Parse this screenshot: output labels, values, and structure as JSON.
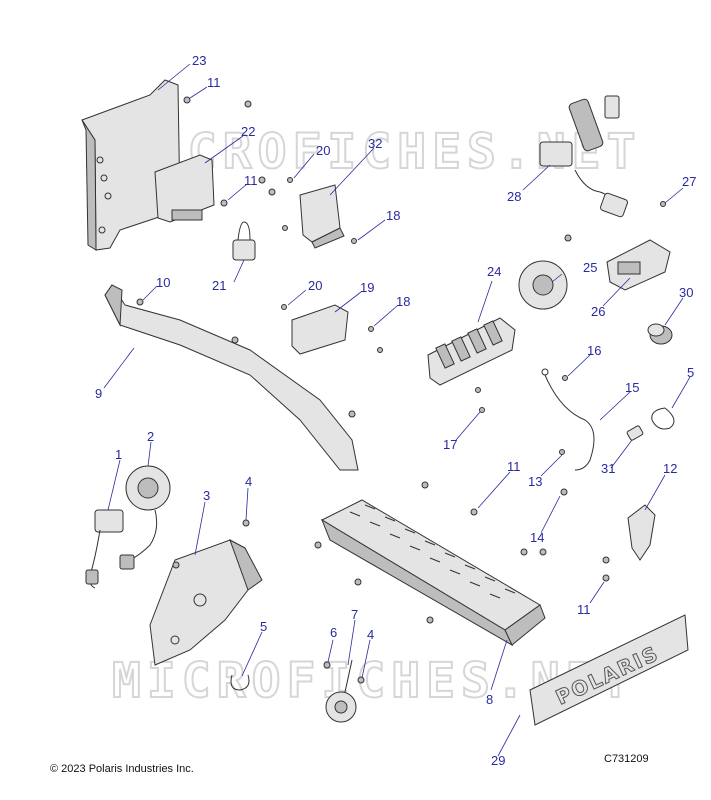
{
  "watermark": "MICROFICHES.NET",
  "brand_plate_text": "POLARIS",
  "copyright": "© 2023 Polaris Industries Inc.",
  "diagram_code": "C731209",
  "callouts": [
    "23",
    "11",
    "22",
    "20",
    "32",
    "11",
    "18",
    "21",
    "20",
    "19",
    "18",
    "10",
    "9",
    "28",
    "27",
    "25",
    "24",
    "26",
    "30",
    "16",
    "5",
    "15",
    "17",
    "11",
    "13",
    "31",
    "12",
    "1",
    "2",
    "3",
    "4",
    "14",
    "11",
    "5",
    "6",
    "7",
    "4",
    "8",
    "29"
  ]
}
